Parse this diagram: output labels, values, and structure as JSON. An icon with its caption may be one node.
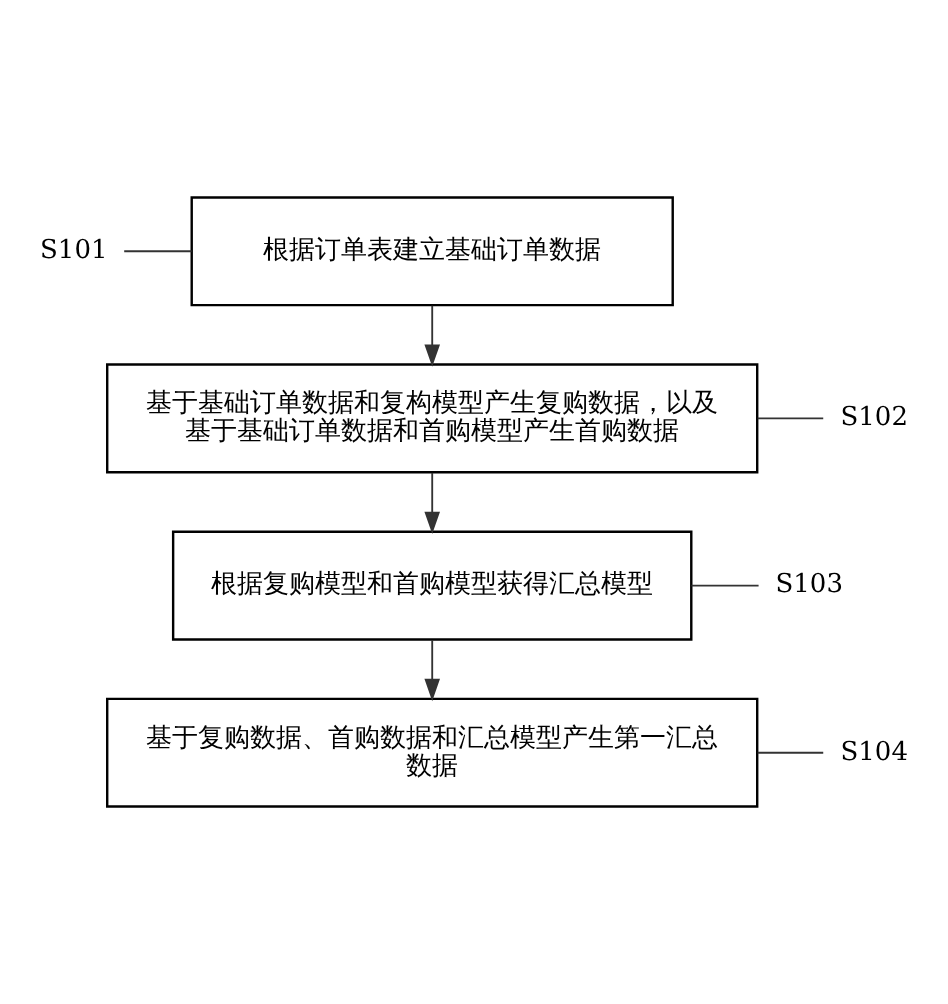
{
  "diagram": {
    "nodes": [
      {
        "text": [
          "S101"
        ]
      },
      {
        "text": [
          "根据订单表建立基础订单数据"
        ]
      },
      {
        "text": [
          "S102"
        ]
      },
      {
        "text": [
          "基于基础订单数据和复构模型产生复购数据，以及基于基础订单数据和首购模型产生首购数据"
        ]
      },
      {
        "text": [
          "S103"
        ]
      },
      {
        "text": [
          "根据复购模型和首购模型获得汇总模型"
        ]
      },
      {
        "text": [
          "S104"
        ]
      },
      {
        "text": [
          "基于复购数据、首购数据和汇总模型产生第一汇总数据"
        ]
      }
    ],
    "edges": [
      {
        "from": 0,
        "to": 1,
        "arrow": "none"
      },
      {
        "from": 1,
        "to": 3,
        "arrow": "to"
      },
      {
        "from": 2,
        "to": 3,
        "arrow": "none"
      },
      {
        "from": 3,
        "to": 5,
        "arrow": "to"
      },
      {
        "from": 4,
        "to": 5,
        "arrow": "none"
      },
      {
        "from": 5,
        "to": 7,
        "arrow": "to"
      },
      {
        "from": 6,
        "to": 7,
        "arrow": "none"
      }
    ]
  }
}
